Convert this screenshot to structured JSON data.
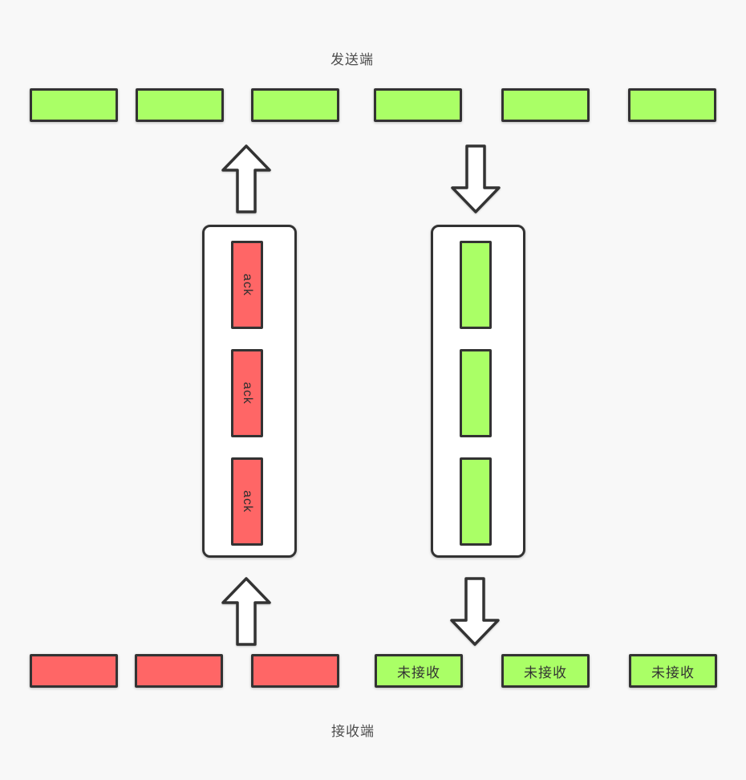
{
  "titles": {
    "sender": "发送端",
    "receiver": "接收端"
  },
  "colors": {
    "background": "#f8f8f8",
    "packet_green": "#aaff66",
    "packet_red": "#ff6666",
    "outline": "#333333",
    "channel_background": "#ffffff",
    "text": "#4d4d4d"
  },
  "sender_row": {
    "packet_count": 6,
    "packet_color": "green"
  },
  "ack_channel": {
    "direction": "up",
    "packets": [
      "ack",
      "ack",
      "ack"
    ]
  },
  "data_channel": {
    "direction": "down",
    "packets": [
      "",
      "",
      ""
    ]
  },
  "receiver_row": {
    "received": [
      {
        "label": "",
        "color": "red"
      },
      {
        "label": "",
        "color": "red"
      },
      {
        "label": "",
        "color": "red"
      }
    ],
    "not_received": [
      {
        "label": "未接收",
        "color": "green"
      },
      {
        "label": "未接收",
        "color": "green"
      },
      {
        "label": "未接收",
        "color": "green"
      }
    ]
  },
  "icons": {
    "up_arrow": "arrow pointing up",
    "down_arrow": "arrow pointing down"
  }
}
